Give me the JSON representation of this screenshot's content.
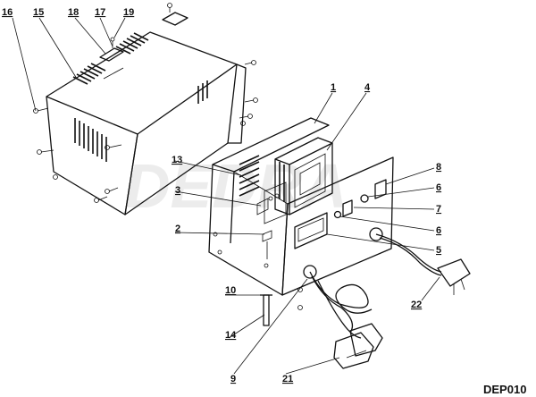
{
  "diagram": {
    "watermark": "DEDRA",
    "drawing_code": "DEP010",
    "callouts": [
      "16",
      "15",
      "18",
      "17",
      "19",
      "1",
      "4",
      "13",
      "3",
      "8",
      "6",
      "7",
      "2",
      "6",
      "5",
      "10",
      "22",
      "14",
      "9",
      "21"
    ]
  }
}
